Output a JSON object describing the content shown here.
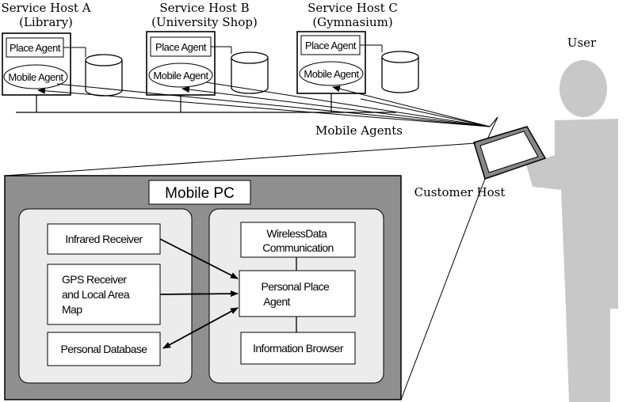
{
  "hosts": [
    {
      "title": "Service Host A",
      "subtitle": "(Library)",
      "place_agent": "Place Agent",
      "mobile_agent": "Mobile Agent"
    },
    {
      "title": "Service Host B",
      "subtitle": "(University Shop)",
      "place_agent": "Place Agent",
      "mobile_agent": "Mobile Agent"
    },
    {
      "title": "Service Host C",
      "subtitle": "(Gymnasium)",
      "place_agent": "Place Agent",
      "mobile_agent": "Mobile Agent"
    }
  ],
  "labels": {
    "mobile_agents": "Mobile Agents",
    "user": "User",
    "customer_host": "Customer Host"
  },
  "mobile_pc": {
    "title": "Mobile PC",
    "left_panel": {
      "infrared": "Infrared Receiver",
      "gps_lines": [
        "GPS Receiver",
        "and Local Area",
        "Map"
      ],
      "database": "Personal Database"
    },
    "right_panel": {
      "wireless_lines": [
        "WirelessData",
        "Communication"
      ],
      "personal_agent_lines": [
        "Personal Place",
        "Agent"
      ],
      "browser": "Information Browser"
    }
  },
  "colors": {
    "frame_gray": "#8f8f8f",
    "panel_gray": "#ececec",
    "user_gray": "#c8c8c8",
    "line": "#000000"
  }
}
